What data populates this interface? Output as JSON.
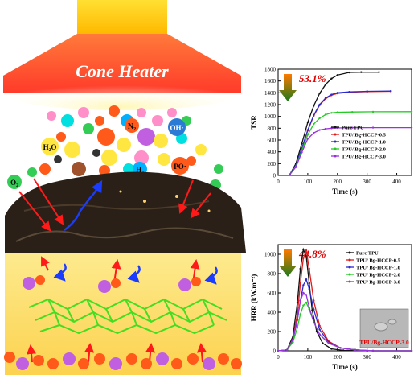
{
  "scene": {
    "heater_label": "Cone Heater",
    "gas_labels": {
      "n2": "N₂",
      "oh": "OH·",
      "h2o": "H₂O",
      "h2": "H₂",
      "po": "PO·",
      "o2": "O₂"
    },
    "colors": {
      "heater_top": "#ffd700",
      "heater_bottom": "#ff4a2a",
      "lower_zone": "#fde88a",
      "arrow_red": "#ff1a1a",
      "arrow_blue": "#1a3cff",
      "network": "#44dd22",
      "particle_orange": "#ff5a1a",
      "particle_purple": "#c060e0"
    }
  },
  "charts": [
    {
      "chart_data": {
        "type": "line",
        "ylabel": "TSR",
        "xlabel": "Time (s)",
        "xlim": [
          0,
          450
        ],
        "ylim": [
          0,
          1800
        ],
        "xticks": [
          0,
          100,
          200,
          300,
          400
        ],
        "yticks": [
          0,
          200,
          400,
          600,
          800,
          1000,
          1200,
          1400,
          1600,
          1800
        ],
        "annotation": "53.1%",
        "series": [
          {
            "name": "Pure TPU",
            "color": "#111111",
            "x": [
              40,
              60,
              80,
              100,
              120,
              140,
              160,
              180,
              200,
              240,
              280,
              340
            ],
            "y": [
              20,
              200,
              540,
              900,
              1180,
              1390,
              1540,
              1640,
              1700,
              1745,
              1750,
              1750
            ]
          },
          {
            "name": "TPU/ Bg-HCCP-0.5",
            "color": "#e01a1a",
            "x": [
              40,
              60,
              80,
              100,
              120,
              140,
              160,
              180,
              200,
              240,
              300,
              380
            ],
            "y": [
              20,
              160,
              450,
              760,
              1010,
              1190,
              1300,
              1360,
              1390,
              1410,
              1420,
              1425
            ]
          },
          {
            "name": "TPU/ Bg-HCCP-1.0",
            "color": "#2a2ad0",
            "x": [
              40,
              60,
              80,
              100,
              120,
              140,
              160,
              180,
              200,
              240,
              300,
              380
            ],
            "y": [
              20,
              170,
              460,
              770,
              1020,
              1200,
              1310,
              1370,
              1400,
              1415,
              1425,
              1430
            ]
          },
          {
            "name": "TPU/ Bg-HCCP-2.0",
            "color": "#22cc22",
            "x": [
              40,
              60,
              80,
              100,
              120,
              140,
              160,
              180,
              200,
              250,
              320,
              450
            ],
            "y": [
              20,
              150,
              420,
              690,
              870,
              970,
              1030,
              1060,
              1070,
              1075,
              1078,
              1080
            ]
          },
          {
            "name": "TPU/ Bg-HCCP-3.0",
            "color": "#9a30e0",
            "x": [
              40,
              60,
              80,
              100,
              120,
              140,
              160,
              180,
              200,
              250,
              320,
              450
            ],
            "y": [
              20,
              140,
              390,
              620,
              720,
              770,
              790,
              800,
              805,
              808,
              810,
              810
            ]
          }
        ]
      }
    },
    {
      "chart_data": {
        "type": "line",
        "ylabel": "HRR (kW.m⁻²)",
        "xlabel": "Time (s)",
        "xlim": [
          0,
          450
        ],
        "ylim": [
          0,
          1100
        ],
        "xticks": [
          0,
          100,
          200,
          300,
          400
        ],
        "yticks": [
          0,
          200,
          400,
          600,
          800,
          1000
        ],
        "annotation": "44.8%",
        "inset_label": "TPU/Bg-HCCP-3.0",
        "series": [
          {
            "name": "Pure TPU",
            "color": "#111111",
            "x": [
              0,
              30,
              50,
              65,
              75,
              85,
              95,
              105,
              115,
              130,
              150,
              180,
              220,
              300,
              450
            ],
            "y": [
              0,
              10,
              150,
              500,
              850,
              1050,
              980,
              700,
              420,
              200,
              80,
              20,
              5,
              0,
              0
            ]
          },
          {
            "name": "TPU/ Bg-HCCP-0.5",
            "color": "#e01a1a",
            "x": [
              0,
              30,
              50,
              65,
              75,
              85,
              95,
              105,
              120,
              140,
              170,
              210,
              260,
              320,
              450
            ],
            "y": [
              0,
              10,
              120,
              380,
              700,
              960,
              1040,
              850,
              520,
              260,
              100,
              30,
              10,
              0,
              0
            ]
          },
          {
            "name": "TPU/ Bg-HCCP-1.0",
            "color": "#2a2ad0",
            "x": [
              0,
              30,
              50,
              65,
              75,
              85,
              95,
              105,
              120,
              140,
              170,
              210,
              260,
              320,
              450
            ],
            "y": [
              0,
              10,
              110,
              320,
              520,
              680,
              740,
              640,
              430,
              220,
              90,
              30,
              10,
              0,
              0
            ]
          },
          {
            "name": "TPU/ Bg-HCCP-2.0",
            "color": "#22cc22",
            "x": [
              0,
              30,
              50,
              65,
              75,
              85,
              95,
              105,
              120,
              140,
              170,
              210,
              260,
              320,
              450
            ],
            "y": [
              0,
              10,
              90,
              240,
              380,
              470,
              500,
              430,
              300,
              170,
              80,
              30,
              10,
              0,
              0
            ]
          },
          {
            "name": "TPU/ Bg-HCCP-3.0",
            "color": "#9a30e0",
            "x": [
              0,
              30,
              50,
              65,
              75,
              85,
              95,
              105,
              120,
              140,
              170,
              210,
              260,
              320,
              450
            ],
            "y": [
              0,
              10,
              120,
              330,
              520,
              600,
              580,
              450,
              300,
              170,
              80,
              30,
              10,
              0,
              0
            ]
          }
        ]
      }
    }
  ]
}
